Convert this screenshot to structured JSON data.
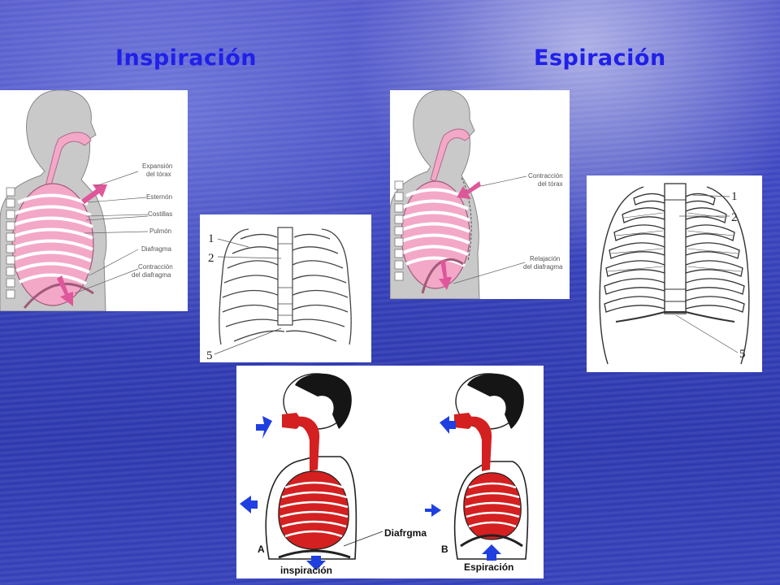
{
  "titles": {
    "left": "Inspiración",
    "right": "Espiración"
  },
  "panel_inspiration_body": {
    "labels": [
      "Expansión",
      "del tórax",
      "Esternón",
      "Costillas",
      "Pulmón",
      "Diafragma",
      "Contracción",
      "del diafragma"
    ]
  },
  "panel_ribcage_front": {
    "numbers": [
      "1",
      "2",
      "5"
    ]
  },
  "panel_expiration_body": {
    "labels": [
      "Contracción",
      "del tórax",
      "Relajación",
      "del diafragma"
    ]
  },
  "panel_ribcage_side": {
    "numbers": [
      "1",
      "2",
      "5"
    ]
  },
  "panel_breathing": {
    "letter_a": "A",
    "letter_b": "B",
    "diaphragm_label": "Diafrgma",
    "caption_a": "inspiración",
    "caption_b": "Espiración"
  },
  "colors": {
    "title": "#2020e8",
    "lung_pink": "#f3a8c8",
    "arrow_pink": "#e0569a",
    "lung_red": "#d42020",
    "arrow_blue": "#1f3fe0"
  }
}
